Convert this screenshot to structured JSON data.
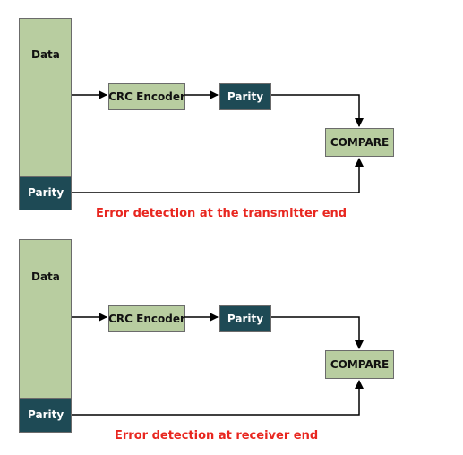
{
  "top": {
    "data_label": "Data",
    "parity_label": "Parity",
    "encoder_label": "CRC Encoder",
    "parity_box_label": "Parity",
    "compare_label": "COMPARE",
    "caption": "Error detection at the transmitter end"
  },
  "bottom": {
    "data_label": "Data",
    "parity_label": "Parity",
    "encoder_label": "CRC Encoder",
    "parity_box_label": "Parity",
    "compare_label": "COMPARE",
    "caption": "Error detection at receiver end"
  },
  "colors": {
    "green": "#b8cda0",
    "teal": "#1e4a55",
    "caption_red": "#e8261f"
  }
}
